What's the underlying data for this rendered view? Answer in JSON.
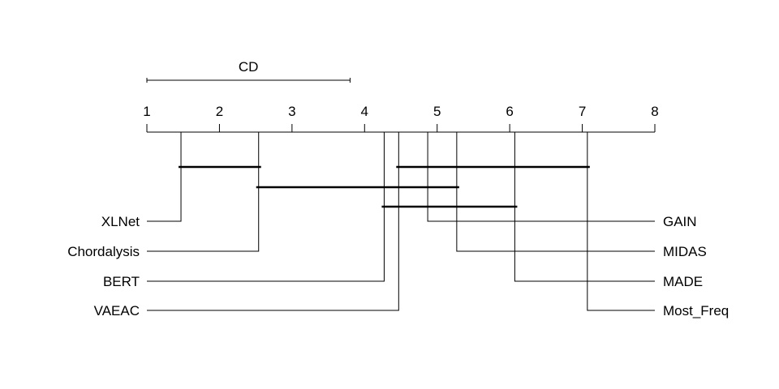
{
  "chart_data": {
    "type": "critical-difference",
    "cd_label": "CD",
    "cd_value": 2.8,
    "axis": {
      "min": 1,
      "max": 8,
      "ticks": [
        1,
        2,
        3,
        4,
        5,
        6,
        7,
        8
      ]
    },
    "methods_left": [
      {
        "name": "XLNet",
        "rank": 1.47
      },
      {
        "name": "Chordalysis",
        "rank": 2.54
      },
      {
        "name": "BERT",
        "rank": 4.27
      },
      {
        "name": "VAEAC",
        "rank": 4.47
      }
    ],
    "methods_right": [
      {
        "name": "GAIN",
        "rank": 4.87
      },
      {
        "name": "MIDAS",
        "rank": 5.27
      },
      {
        "name": "MADE",
        "rank": 6.07
      },
      {
        "name": "Most_Freq",
        "rank": 7.07
      }
    ],
    "cliques": [
      {
        "from": 1.47,
        "to": 2.54
      },
      {
        "from": 4.47,
        "to": 7.07
      },
      {
        "from": 2.54,
        "to": 5.27
      },
      {
        "from": 4.27,
        "to": 6.07
      }
    ]
  }
}
